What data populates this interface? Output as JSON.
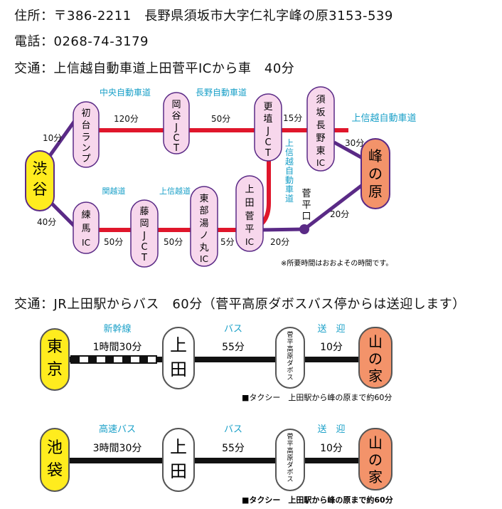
{
  "info": {
    "address": "住所：〒386-2211　長野県須坂市大字仁礼字峰の原3153-539",
    "phone": "電話：0268-74-3179",
    "access_car": "交通：上信越自動車道上田菅平ICから車　40分",
    "access_bus": "交通：JR上田駅からバス　60分（菅平高原ダボスバス停からは送迎します）"
  },
  "map1": {
    "shibuya": [
      "渋",
      "谷"
    ],
    "minenohara": [
      "峰",
      "の",
      "原"
    ],
    "hatsudai": [
      "初",
      "台",
      "ラ",
      "ン",
      "プ"
    ],
    "okaya": [
      "岡",
      "谷",
      "J",
      "C",
      "T"
    ],
    "koshoku": [
      "更",
      "埴",
      "J",
      "C",
      "T"
    ],
    "suzaka": [
      "須",
      "坂",
      "長",
      "野",
      "東",
      "IC"
    ],
    "nerima": [
      "練",
      "馬",
      "IC"
    ],
    "fujioka": [
      "藤",
      "岡",
      "J",
      "C",
      "T"
    ],
    "tobu": [
      "東",
      "部",
      "湯",
      "ノ",
      "丸",
      "IC"
    ],
    "uedasugadaira": [
      "上",
      "田",
      "菅",
      "平",
      "IC"
    ],
    "sugadaira_guchi": [
      "菅",
      "平",
      "口"
    ],
    "road_chuo": "中央自動車道",
    "road_nagano": "長野自動車道",
    "road_joshinetsu": "上信越自動車道",
    "road_joshinetsu_vertical": [
      "上",
      "信",
      "越",
      "自",
      "動",
      "車",
      "道"
    ],
    "road_kanetsu": "関越道",
    "road_joshinetsu_short": "上信越道",
    "t_10": "10分",
    "t_120": "120分",
    "t_50a": "50分",
    "t_15": "15分",
    "t_30": "30分",
    "t_20a": "20分",
    "t_40": "40分",
    "t_50b": "50分",
    "t_50c": "50分",
    "t_5": "5分",
    "t_20b": "20分",
    "note": "※所要時間はおおよその時間です。"
  },
  "route1": {
    "origin": [
      "東",
      "京"
    ],
    "via": [
      "上",
      "田"
    ],
    "stop": [
      "菅",
      "平",
      "高",
      "原",
      "ダ",
      "ボ",
      "ス"
    ],
    "dest": [
      "山",
      "の",
      "家"
    ],
    "mode1": "新幹線",
    "time1": "1時間30分",
    "mode2": "バス",
    "time2": "55分",
    "mode3": "送　迎",
    "time3": "10分",
    "note": "■タクシー　上田駅から峰の原まで約60分"
  },
  "route2": {
    "origin": [
      "池",
      "袋"
    ],
    "via": [
      "上",
      "田"
    ],
    "stop": [
      "菅",
      "平",
      "高",
      "原",
      "ダ",
      "ボ",
      "ス"
    ],
    "dest": [
      "山",
      "の",
      "家"
    ],
    "mode1": "高速バス",
    "time1": "3時間30分",
    "mode2": "バス",
    "time2": "55分",
    "mode3": "送　迎",
    "time3": "10分",
    "note": "■タクシー　上田駅から峰の原まで約60分"
  },
  "colors": {
    "highway": "#e0162b",
    "local": "#5a2a86",
    "pill_fill": "#f7d7ec",
    "start_fill": "#ffec1e",
    "dest_fill": "#f3936a",
    "label_blue": "#1aa0c8"
  }
}
